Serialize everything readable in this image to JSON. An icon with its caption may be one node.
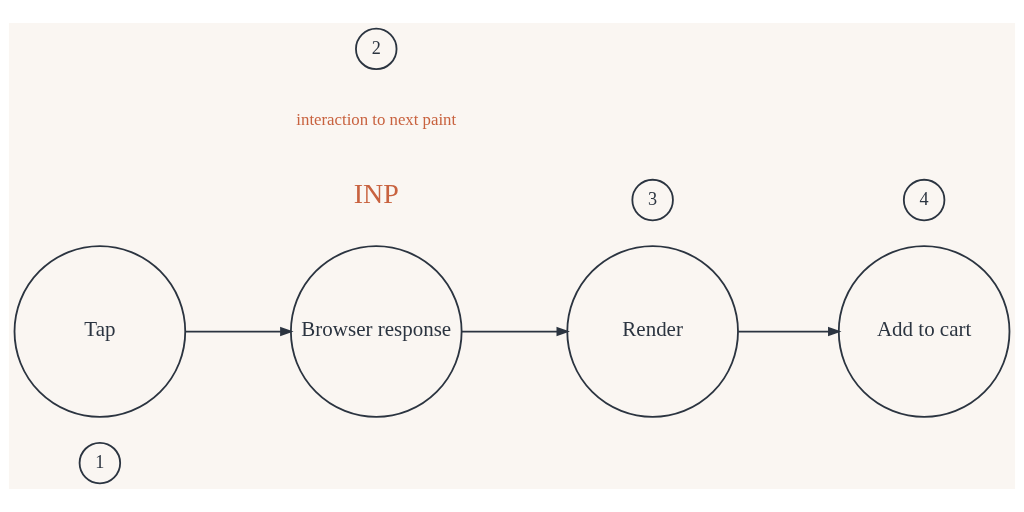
{
  "diagram": {
    "nodes": [
      {
        "text": [
          "Tap"
        ]
      },
      {
        "text": [
          "Browser response"
        ]
      },
      {
        "text": [
          "Render"
        ]
      },
      {
        "text": [
          "Add to cart"
        ]
      },
      {
        "text": [
          "1"
        ]
      },
      {
        "text": [
          "2"
        ]
      },
      {
        "text": [
          "3"
        ]
      },
      {
        "text": [
          "4"
        ]
      }
    ],
    "edges": [
      {
        "from": 0,
        "to": 1,
        "arrow": "to"
      },
      {
        "from": 1,
        "to": 2,
        "arrow": "to"
      },
      {
        "from": 2,
        "to": 3,
        "arrow": "to"
      }
    ],
    "labels": [
      "INP",
      "interaction to next paint"
    ]
  }
}
